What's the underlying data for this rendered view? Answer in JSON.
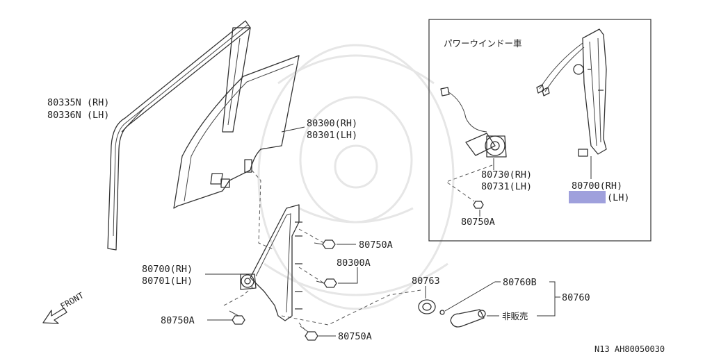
{
  "labels": {
    "moulding_rh": "80335N (RH)",
    "moulding_lh": "80336N (LH)",
    "glass_rh": "80300(RH)",
    "glass_lh": "80301(LH)",
    "regulator_rh": "80700(RH)",
    "regulator_lh": "80701(LH)",
    "bolt_upper": "80750A",
    "bolt_mid": "80300A",
    "bolt_left": "80750A",
    "bolt_bottom": "80750A",
    "grommet": "80763",
    "handle_set": "80760",
    "handle_sub": "80760B",
    "not_for_sale": "非販売",
    "front": "FRONT",
    "footer_code": "N13   AH80050030"
  },
  "inset": {
    "title": "パワーウインドー車",
    "motor_rh": "80730(RH)",
    "motor_lh": "80731(LH)",
    "reg_rh": "80700(RH)",
    "reg_lh": "(LH)",
    "bolt": "80750A",
    "highlight_color": "#9fa0dc"
  }
}
